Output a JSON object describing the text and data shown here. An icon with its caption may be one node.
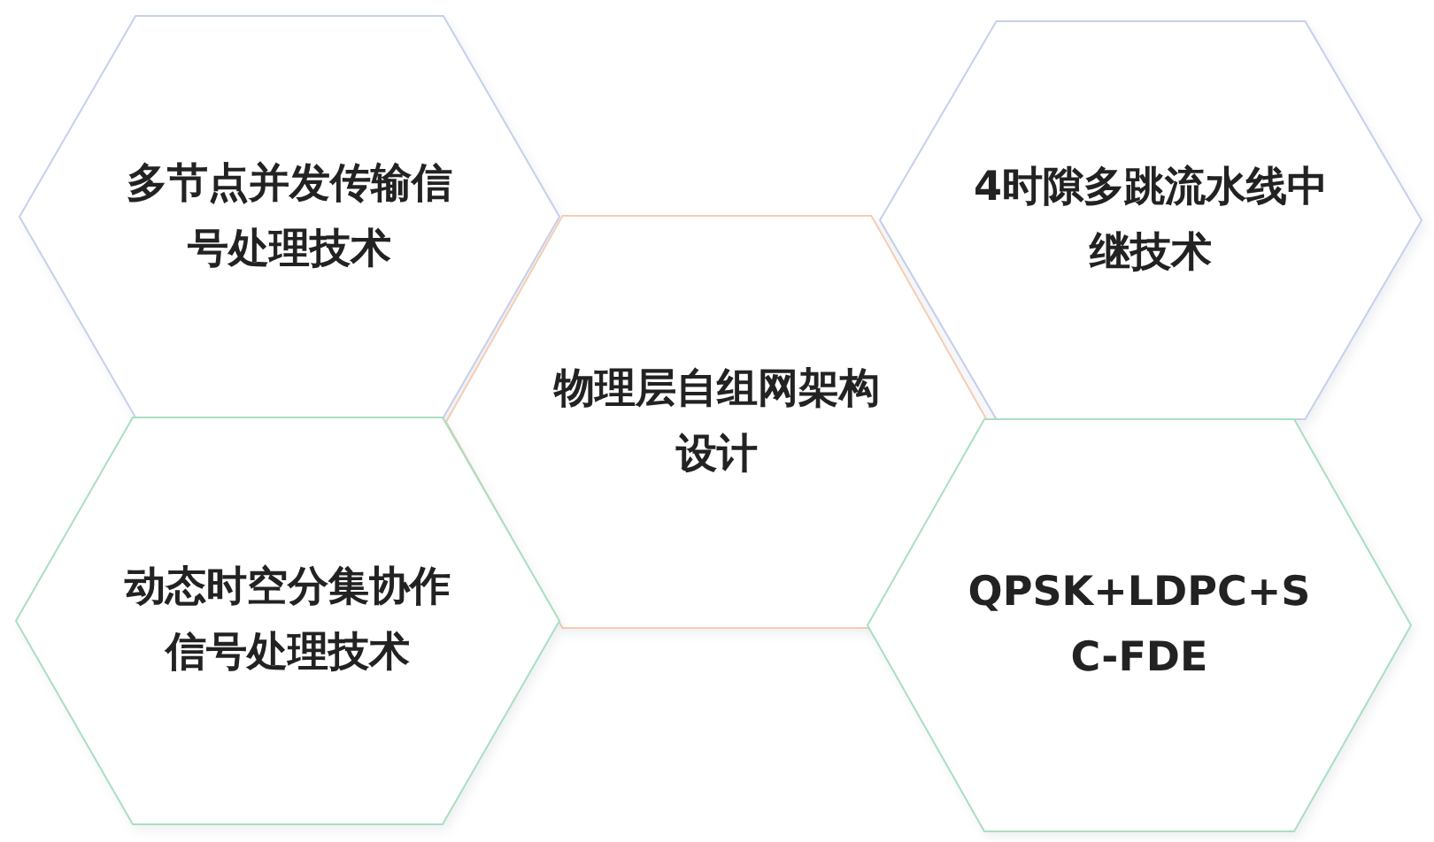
{
  "diagram": {
    "nodes": [
      {
        "text": [
          "多节点并发传输信号处理技术"
        ]
      },
      {
        "text": [
          "4时隙多跳流水线中继技术"
        ]
      },
      {
        "text": [
          "物理层自组网架构设计"
        ]
      },
      {
        "text": [
          "动态时空分集协作信号处理技术"
        ]
      },
      {
        "text": [
          "QPSK+LDPC+SC-FDE"
        ]
      }
    ]
  }
}
